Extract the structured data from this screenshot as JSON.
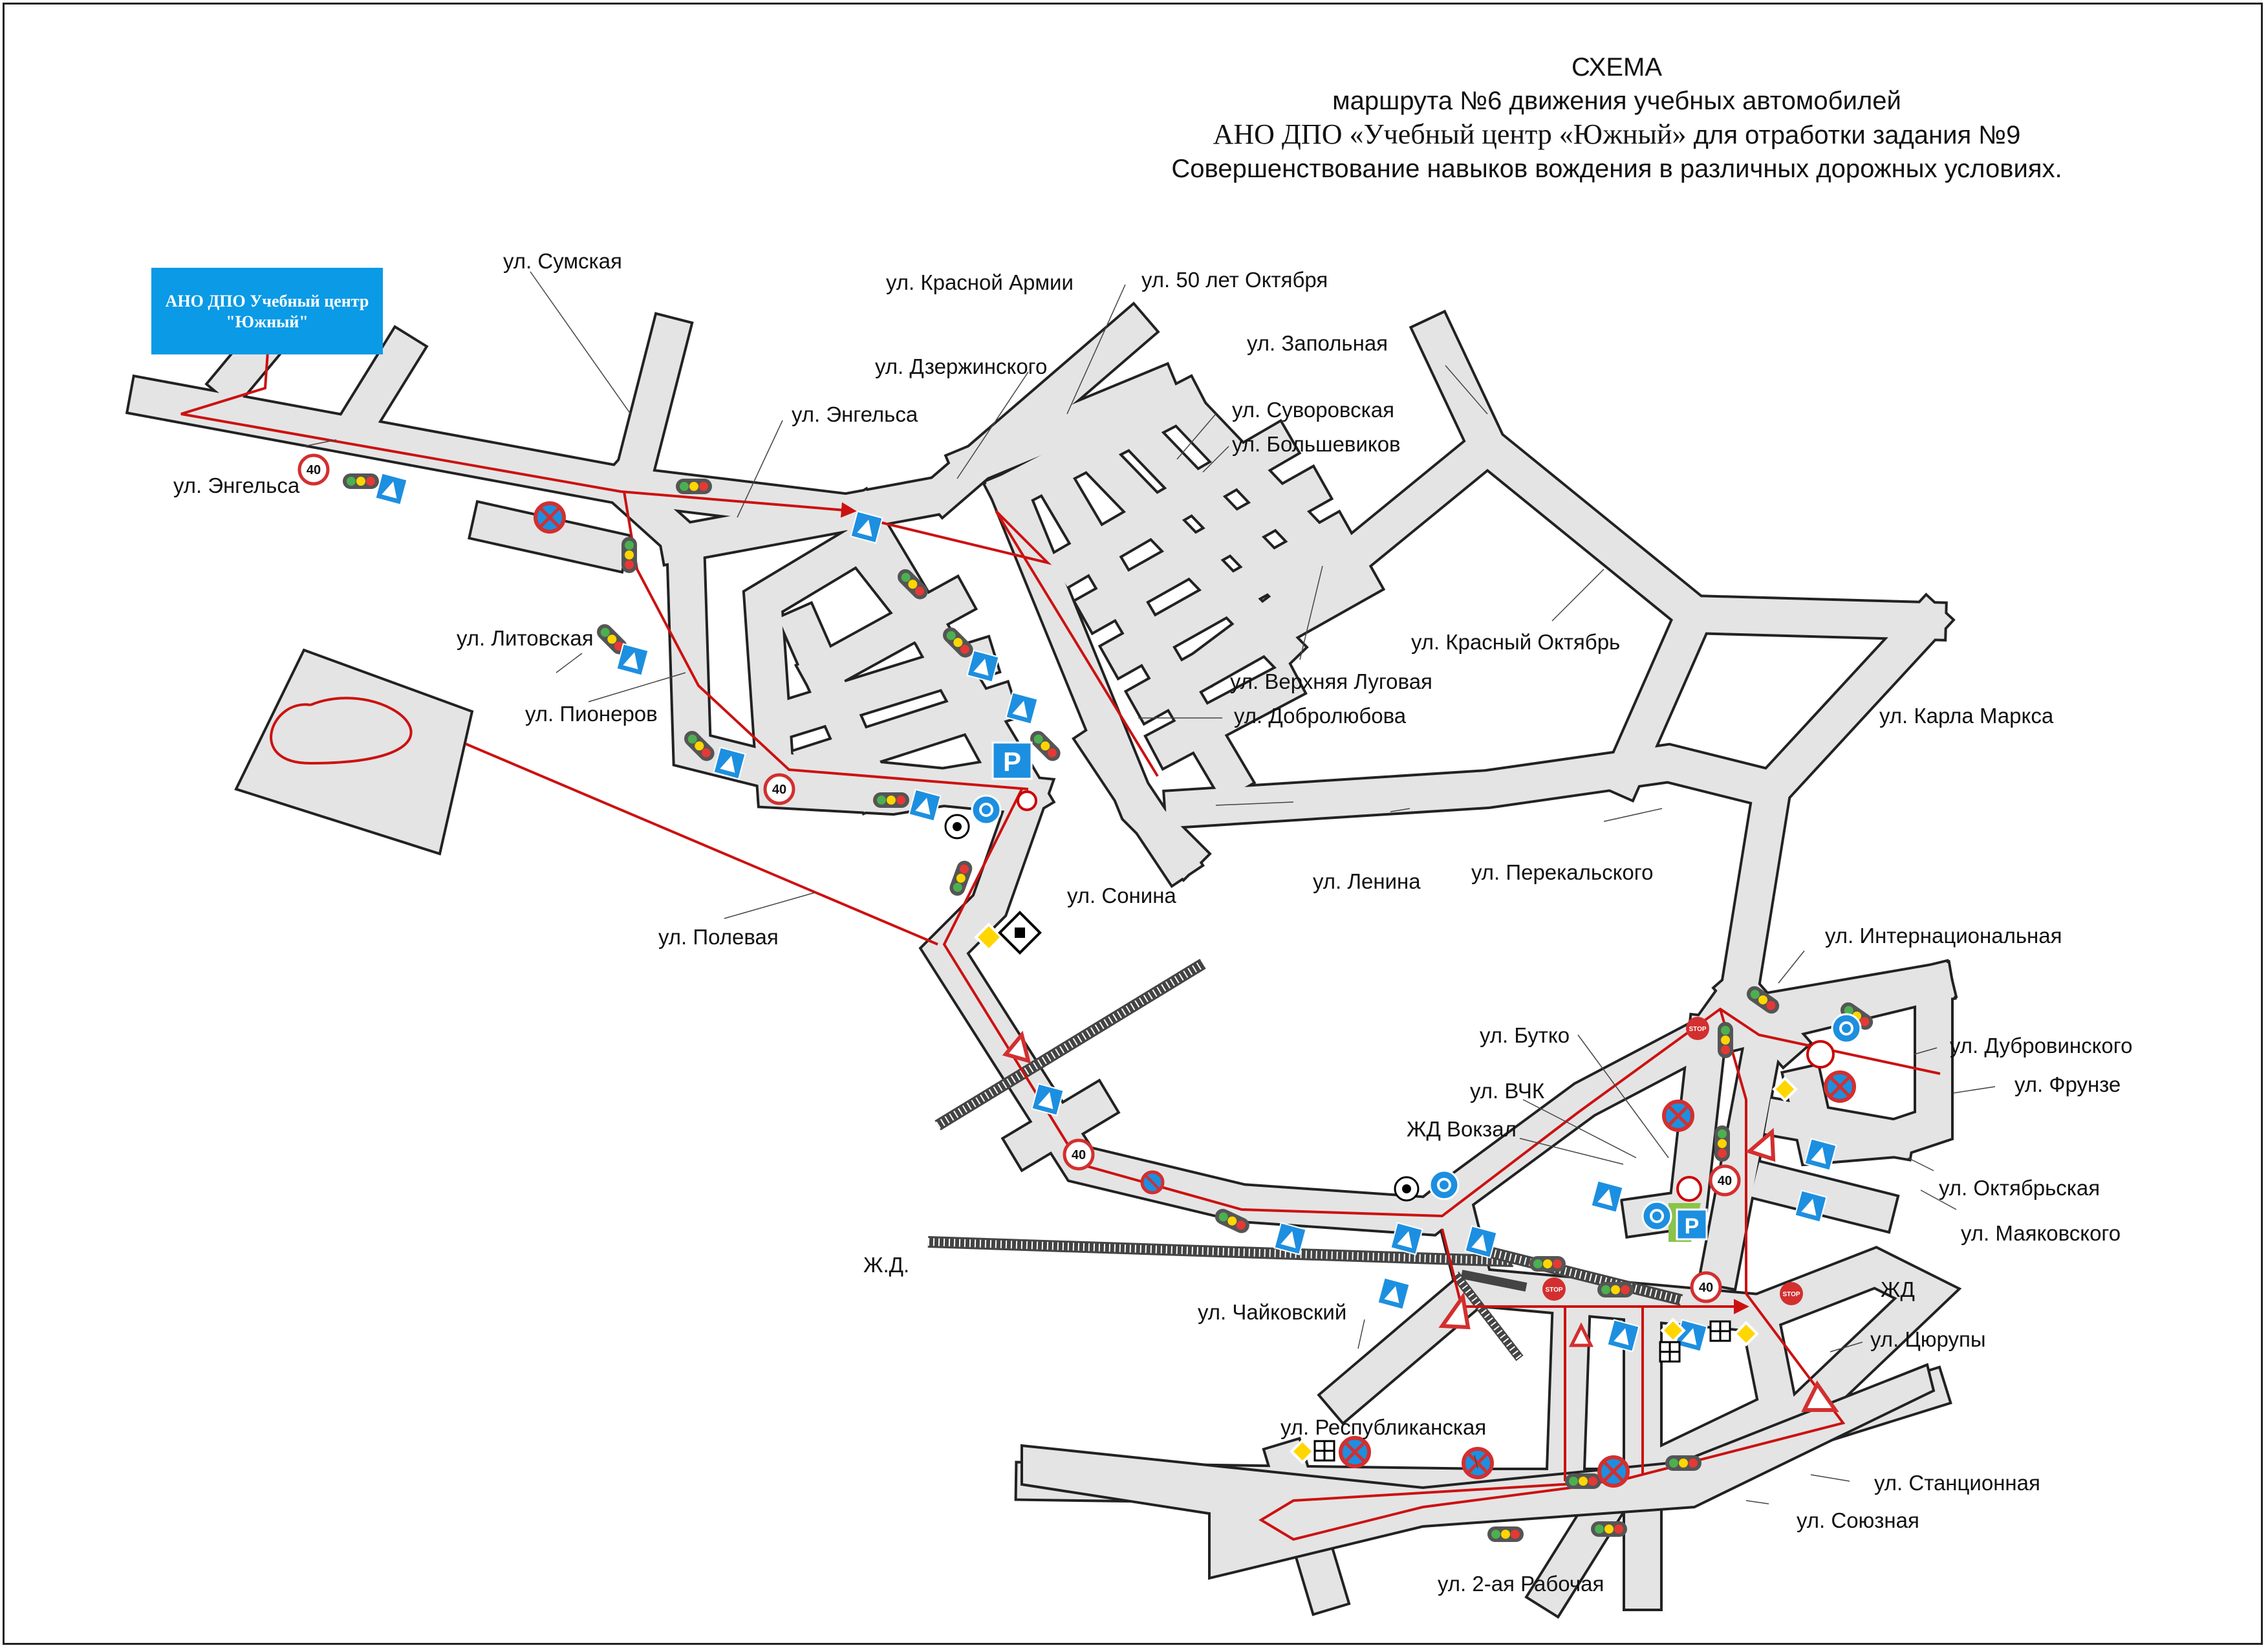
{
  "title": {
    "line1": "СХЕМА",
    "line2": "маршрута №6 движения учебных автомобилей",
    "line3_org": "АНО ДПО «Учебный центр «Южный»",
    "line3_rest": " для отработки задания №9",
    "line4": "Совершенствование навыков вождения в различных дорожных условиях."
  },
  "logo": {
    "line1": "АНО ДПО Учебный центр",
    "line2": "\"Южный\""
  },
  "colors": {
    "road": "#e4e4e4",
    "road_outline": "#222222",
    "route": "#cc1111",
    "sign_blue": "#1d8fe0",
    "logo_bg": "#0a9ae6"
  },
  "speed_sign": "40",
  "parking_sign": "P",
  "stop_sign": "STOP",
  "streets": {
    "sumskaya": "ул. Сумская",
    "krasnoy_armii": "ул. Красной Армии",
    "let50": "ул. 50 лет Октября",
    "zapolnaya": "ул. Запольная",
    "dzerzhinskogo": "ул. Дзержинского",
    "suvorovskaya": "ул. Суворовская",
    "bolshevikov": "ул. Большевиков",
    "engelsa_top": "ул. Энгельса",
    "engelsa_left": "ул. Энгельса",
    "litovskaya": "ул. Литовская",
    "pionerov": "ул. Пионеров",
    "krasny_oktyabr": "ул. Красный Октябрь",
    "verkhnyaya_lugovaya": "ул. Верхняя Луговая",
    "dobrolyubova": "ул. Добролюбова",
    "karla_marksa": "ул. Карла Маркса",
    "sonina": "ул. Сонина",
    "lenina": "ул. Ленина",
    "perekalskogo": "ул. Перекальского",
    "polevaya": "ул. Полевая",
    "internatsionalnaya": "ул. Интернациональная",
    "butko": "ул. Бутко",
    "dubrovinskogo": "ул. Дубровинского",
    "frunze": "ул. Фрунзе",
    "vchk": "ул. ВЧК",
    "zhd_vokzal": "ЖД Вокзал",
    "oktyabrskaya": "ул. Октябрьская",
    "mayakovskogo": "ул. Маяковского",
    "zhd_left": "Ж.Д.",
    "zhd_right": "ЖД",
    "chaykovsky": "ул. Чайковский",
    "tsyurupy": "ул. Цюрупы",
    "respublikanskaya": "ул. Республиканская",
    "stantsionnaya": "ул. Станционная",
    "soyuznaya": "ул. Союзная",
    "rabochaya2": "ул. 2-ая Рабочая"
  }
}
